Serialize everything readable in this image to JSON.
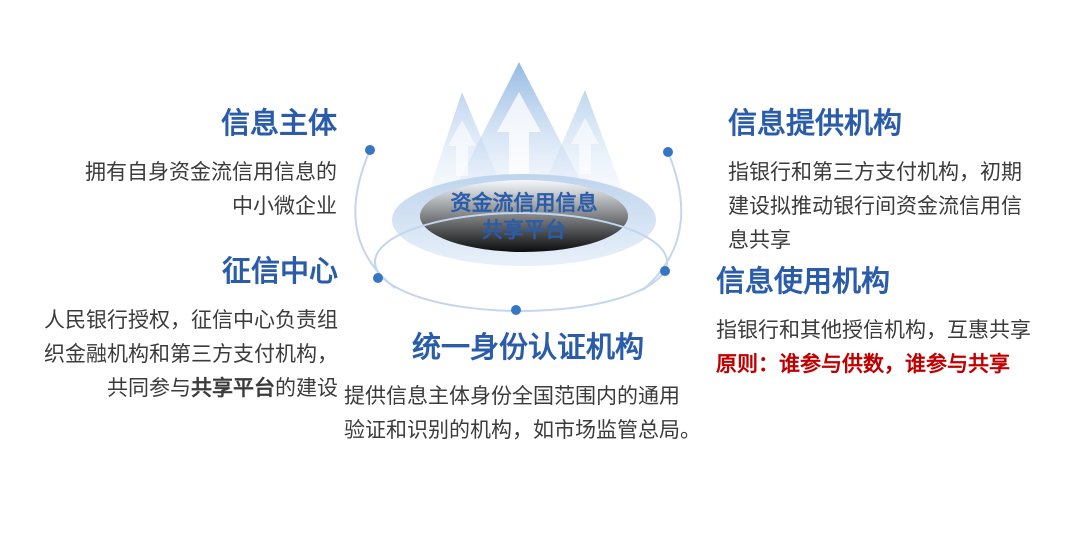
{
  "colors": {
    "accent": "#2a5caa",
    "body": "#3b3b3b",
    "red": "#c00000",
    "dot": "#3577c2",
    "ring": "#c3d6ee",
    "bg": "#ffffff"
  },
  "center": {
    "line1": "资金流信用信息",
    "line2": "共享平台"
  },
  "sections": {
    "subject": {
      "title": "信息主体",
      "body": "拥有自身资金流信用信息的\n中小微企业"
    },
    "credit_center": {
      "title": "征信中心",
      "body_pre": "人民银行授权，征信中心负责组\n织金融机构和第三方支付机构，\n共同参与",
      "body_bold": "共享平台",
      "body_post": "的建设"
    },
    "provider": {
      "title": "信息提供机构",
      "body": "指银行和第三方支付机构，初期\n建设拟推动银行间资金流信用信\n息共享"
    },
    "user": {
      "title": "信息使用机构",
      "body": "指银行和其他授信机构，互惠共享",
      "principle": "原则：谁参与供数，谁参与共享"
    },
    "auth": {
      "title": "统一身份认证机构",
      "body": "提供信息主体身份全国范围内的通用\n验证和识别的机构，如市场监管总局。"
    }
  }
}
